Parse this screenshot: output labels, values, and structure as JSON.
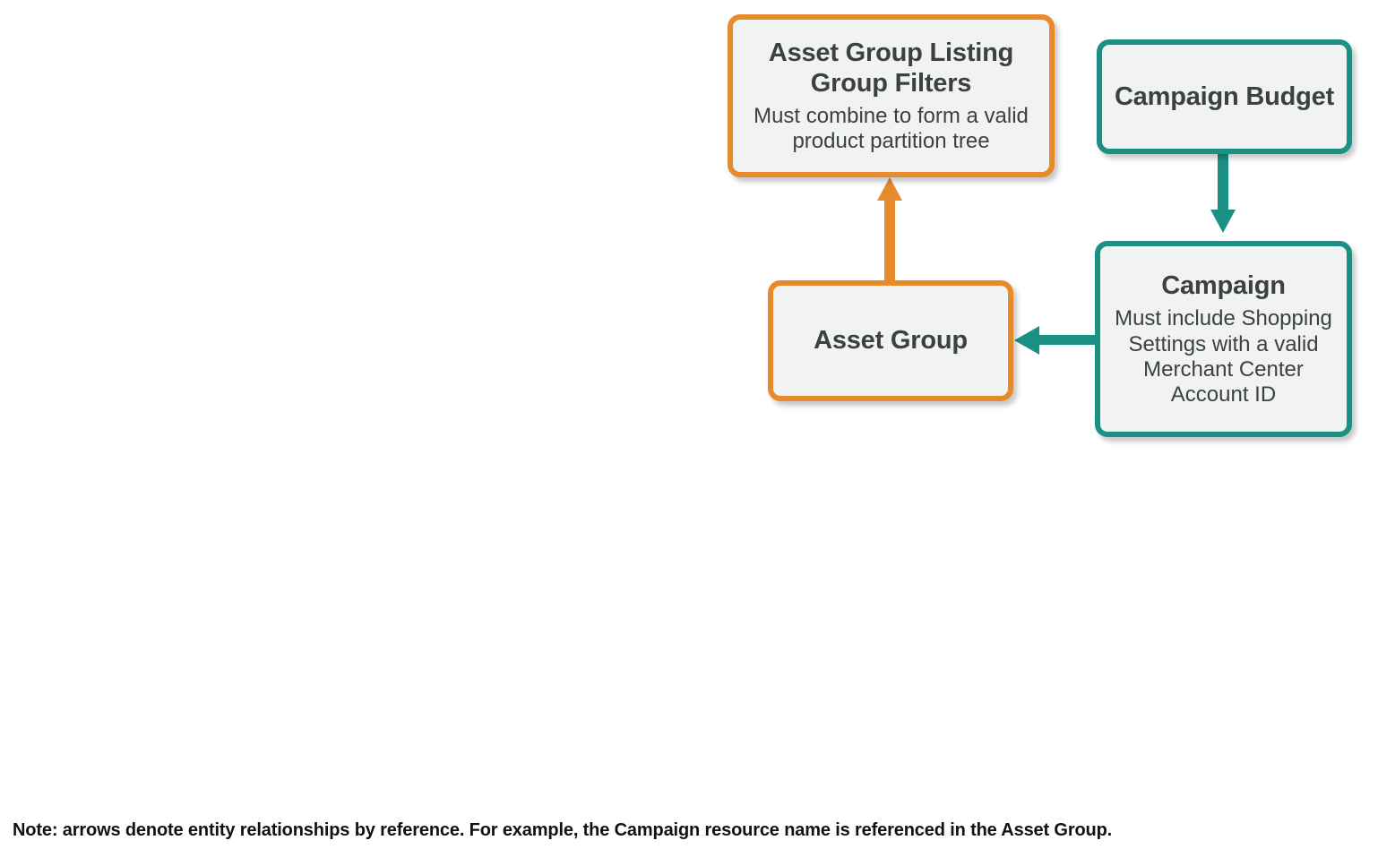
{
  "diagram": {
    "type": "entity-relationship-flow",
    "background_color": "#ffffff",
    "palette": {
      "orange": "#E68A2B",
      "teal": "#1B9184",
      "node_fill": "#F1F3F2",
      "text": "#3C4043",
      "footnote_text": "#111111"
    },
    "nodes": [
      {
        "id": "asset-group-listing-group-filters",
        "title": "Asset Group Listing Group Filters",
        "subtitle": "Must combine to form a valid product partition tree",
        "color": "orange"
      },
      {
        "id": "campaign-budget",
        "title": "Campaign Budget",
        "subtitle": "",
        "color": "teal"
      },
      {
        "id": "asset-group",
        "title": "Asset Group",
        "subtitle": "",
        "color": "orange"
      },
      {
        "id": "campaign",
        "title": "Campaign",
        "subtitle": "Must include Shopping Settings with a valid Merchant Center Account ID",
        "color": "teal"
      }
    ],
    "edges": [
      {
        "id": "asset-group-to-listing-group-filters",
        "from": "asset-group",
        "to": "asset-group-listing-group-filters",
        "color": "orange",
        "direction": "up"
      },
      {
        "id": "campaign-budget-to-campaign",
        "from": "campaign-budget",
        "to": "campaign",
        "color": "teal",
        "direction": "down"
      },
      {
        "id": "campaign-to-asset-group",
        "from": "campaign",
        "to": "asset-group",
        "color": "teal",
        "direction": "left"
      }
    ],
    "footnote": "Note: arrows denote entity relationships by reference. For example, the Campaign resource name is referenced in the Asset Group."
  }
}
